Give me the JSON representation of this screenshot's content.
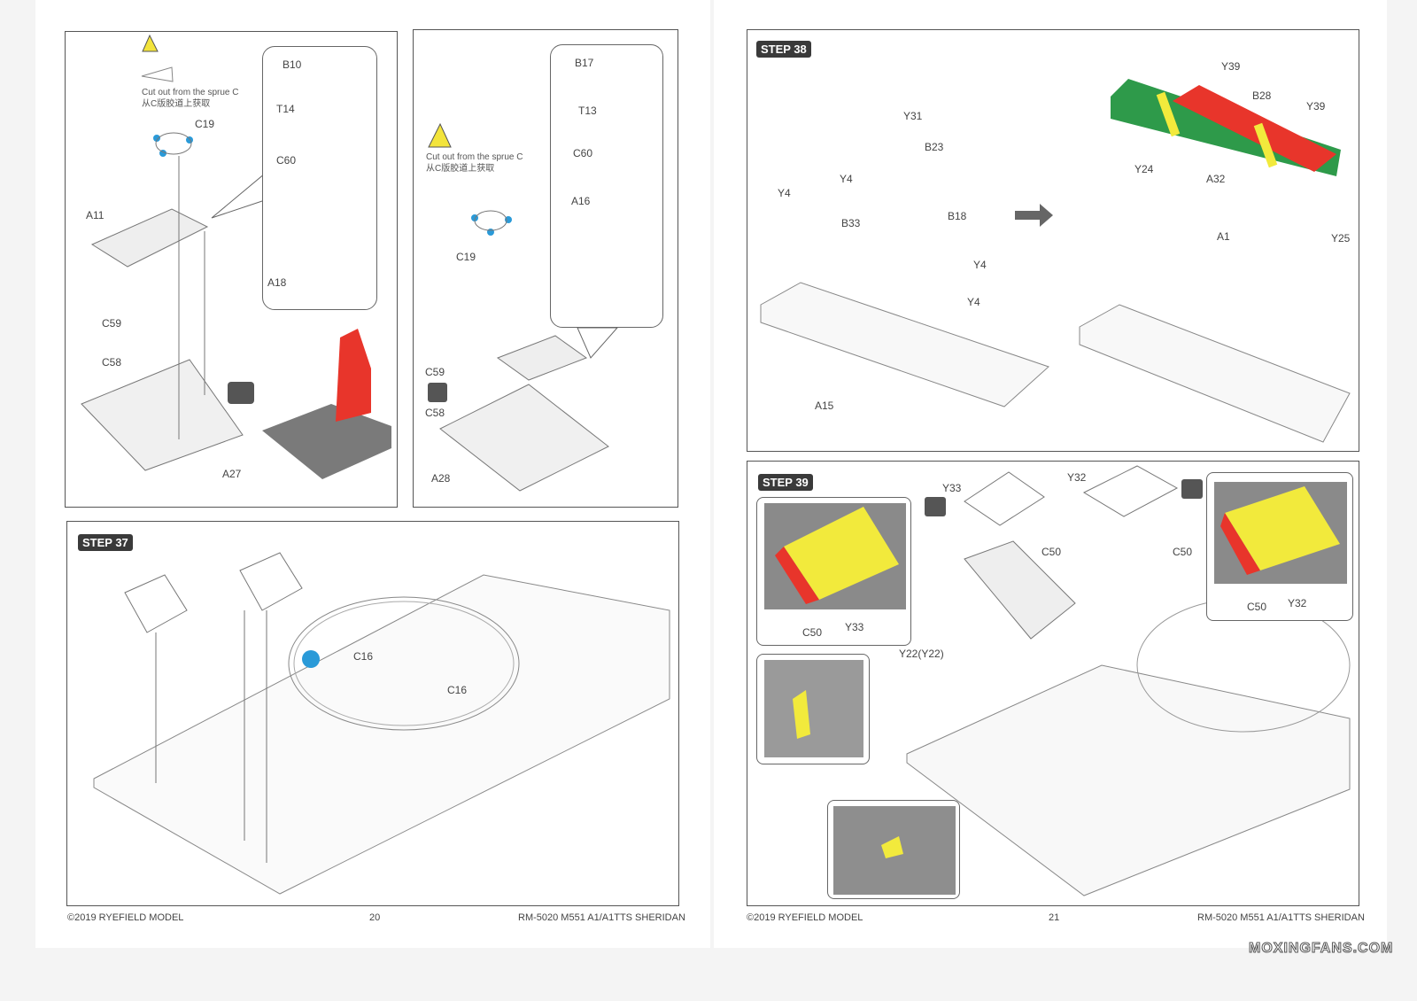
{
  "left_page": {
    "panel_a": {
      "warning_en": "Cut out from the sprue C",
      "warning_zh": "从C版胶道上获取",
      "labels": [
        "B10",
        "T14",
        "C60",
        "A18",
        "C19",
        "A11",
        "C59",
        "C58",
        "A27"
      ]
    },
    "panel_b": {
      "warning_en": "Cut out from the sprue C",
      "warning_zh": "从C版胶道上获取",
      "labels": [
        "B17",
        "T13",
        "C60",
        "A16",
        "C19",
        "C59",
        "C58",
        "A28"
      ]
    },
    "step37": {
      "title": "STEP 37",
      "labels": [
        "C16",
        "C16"
      ]
    },
    "footer": {
      "copyright": "©2019 RYEFIELD MODEL",
      "page_number": "20",
      "product": "RM-5020 M551 A1/A1TTS SHERIDAN"
    }
  },
  "right_page": {
    "step38": {
      "title": "STEP 38",
      "labels": [
        "Y31",
        "B23",
        "Y4",
        "Y4",
        "B33",
        "B18",
        "Y4",
        "Y4",
        "A15",
        "Y39",
        "B28",
        "Y39",
        "Y24",
        "A32",
        "A1",
        "Y25"
      ]
    },
    "step39": {
      "title": "STEP 39",
      "labels": [
        "Y33",
        "Y32",
        "C50",
        "C50",
        "C50",
        "Y33",
        "C50",
        "Y32",
        "Y22(Y22)"
      ]
    },
    "footer": {
      "copyright": "©2019 RYEFIELD MODEL",
      "page_number": "21",
      "product": "RM-5020 M551 A1/A1TTS SHERIDAN"
    }
  },
  "watermark": "MOXINGFANS.COM",
  "colors": {
    "part_red": "#e8352b",
    "part_green": "#2e9a4a",
    "part_yellow": "#f2ea3c",
    "blue_dot": "#2a9ad8"
  }
}
